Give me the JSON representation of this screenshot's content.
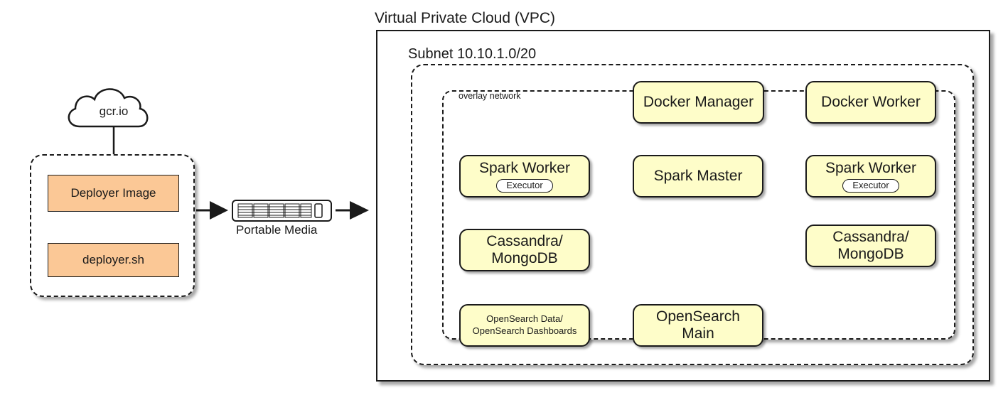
{
  "vpc": {
    "label": "Virtual Private Cloud (VPC)"
  },
  "subnet": {
    "label": "Subnet 10.10.1.0/20"
  },
  "overlay": {
    "label": "overlay network"
  },
  "nodes": {
    "docker_manager": "Docker Manager",
    "docker_worker": "Docker Worker",
    "spark_worker_left": {
      "title": "Spark Worker",
      "sub": "Executor"
    },
    "spark_master": "Spark Master",
    "spark_worker_right": {
      "title": "Spark Worker",
      "sub": "Executor"
    },
    "cassandra_left": {
      "line1": "Cassandra/",
      "line2": "MongoDB"
    },
    "cassandra_right": {
      "line1": "Cassandra/",
      "line2": "MongoDB"
    },
    "opensearch_data": {
      "line1": "OpenSearch Data/",
      "line2": "OpenSearch Dashboards"
    },
    "opensearch_main": {
      "line1": "OpenSearch",
      "line2": "Main"
    }
  },
  "registry": {
    "label": "gcr.io",
    "icon": "cloud-icon"
  },
  "deployer": {
    "image": "Deployer Image",
    "script": "deployer.sh"
  },
  "media": {
    "label": "Portable Media",
    "icon": "portable-media-icon"
  },
  "colors": {
    "node_fill": "#fefdc9",
    "deployer_fill": "#fbc896",
    "stroke": "#1a1a1a"
  }
}
